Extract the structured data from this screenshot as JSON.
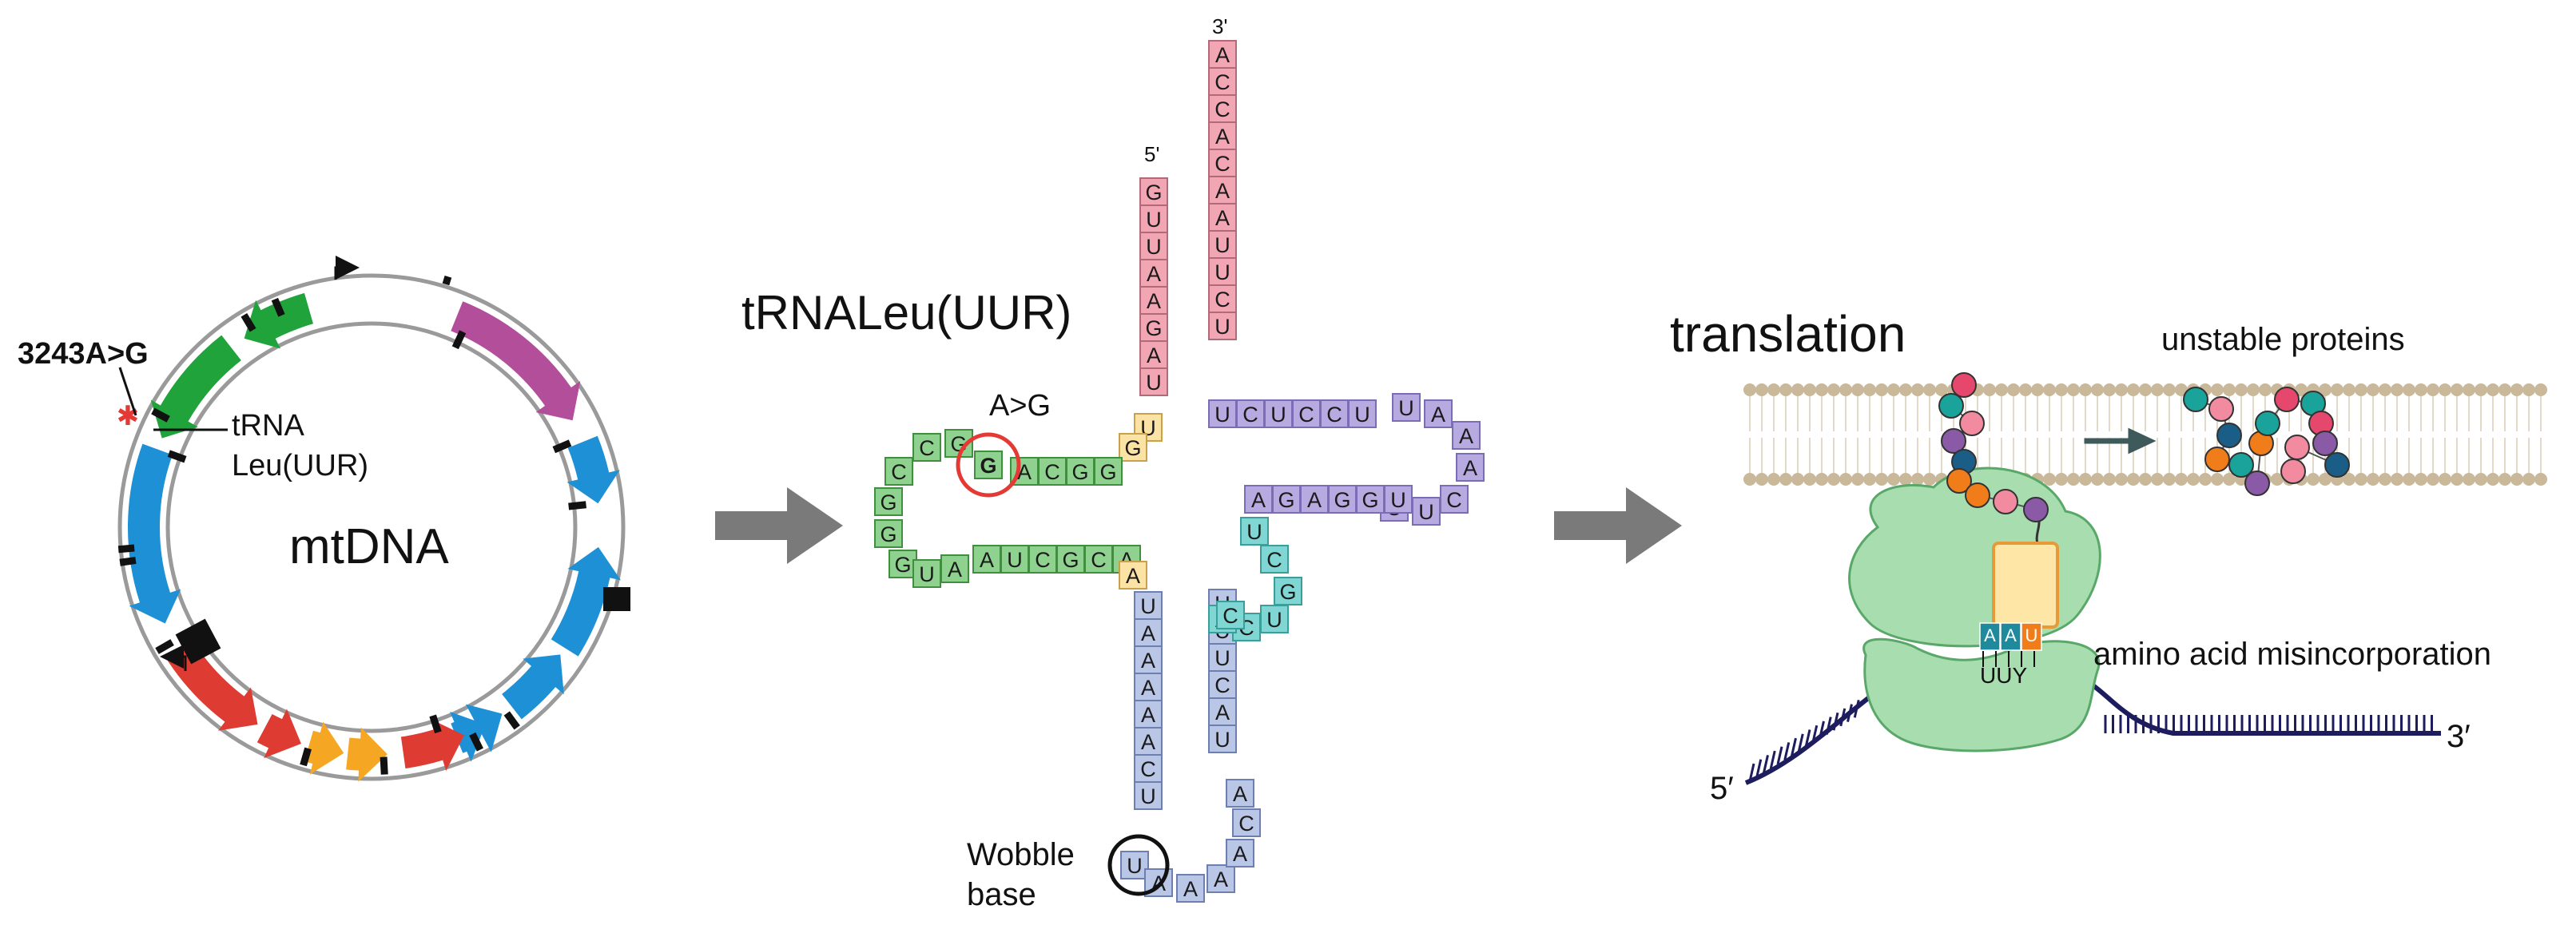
{
  "mtdna_panel": {
    "mutation_label": "3243A>G",
    "trna_label_line1": "tRNA",
    "trna_label_line2": "Leu(UUR)",
    "center_label": "mtDNA"
  },
  "trna_panel": {
    "title": "tRNALeu(UUR)",
    "five_prime": "5'",
    "three_prime": "3'",
    "mutation_label": "A>G",
    "wobble_line1": "Wobble",
    "wobble_line2": "base",
    "acceptor_5_seq": [
      "G",
      "U",
      "U",
      "A",
      "A",
      "G",
      "A",
      "U"
    ],
    "acceptor_3_seq": [
      "A",
      "C",
      "C",
      "A",
      "C",
      "A",
      "A",
      "U",
      "U",
      "C",
      "U"
    ],
    "connector_5": [
      "U"
    ],
    "d_arm_top": [
      "G",
      "A",
      "C",
      "G",
      "G"
    ],
    "d_loop": [
      "G",
      "C",
      "C",
      "G",
      "G",
      "G",
      "U",
      "A"
    ],
    "d_arm_bottom": [
      "A",
      "U",
      "C",
      "G",
      "C",
      "A"
    ],
    "anticodon_stem_left": [
      "U",
      "A",
      "A",
      "A",
      "A",
      "A",
      "C",
      "U"
    ],
    "anticodon_loop": [
      "U",
      "A",
      "A",
      "A",
      "A",
      "C",
      "A"
    ],
    "anticodon_stem_right": [
      "U",
      "U",
      "U",
      "C",
      "A",
      "U"
    ],
    "t_arm_top": [
      "U",
      "C",
      "U",
      "C",
      "C",
      "U"
    ],
    "t_loop": [
      "U",
      "A",
      "A",
      "A",
      "C",
      "U",
      "U"
    ],
    "t_arm_bottom": [
      "A",
      "G",
      "A",
      "G",
      "G",
      "U"
    ],
    "variable_loop": [
      "U",
      "C",
      "G",
      "U",
      "C",
      "A",
      "C"
    ],
    "mutated_base": "G"
  },
  "translation_panel": {
    "title": "translation",
    "unstable_label": "unstable proteins",
    "misincorporation_label": "amino acid misincorporation",
    "anticodon_bases": [
      "A",
      "A",
      "U"
    ],
    "codon_label": "UUY",
    "five_prime": "5′",
    "three_prime": "3′"
  },
  "colors": {
    "acceptor": "#f2a6b4",
    "d_arm": "#8fd18f",
    "anticodon": "#b9c6e6",
    "t_arm": "#b6aae0",
    "variable": "#7fd6d3",
    "connector": "#fbe3a6",
    "mutation_circle": "#e53935",
    "arrow_grey": "#7a7a7a",
    "gene_green": "#1fa33a",
    "gene_blue": "#1e90d6",
    "gene_red": "#de3b33",
    "gene_orange": "#f5a623",
    "gene_purple": "#b24e9a",
    "ribosome": "#a8ddb0",
    "mrna": "#1c1c5e"
  }
}
